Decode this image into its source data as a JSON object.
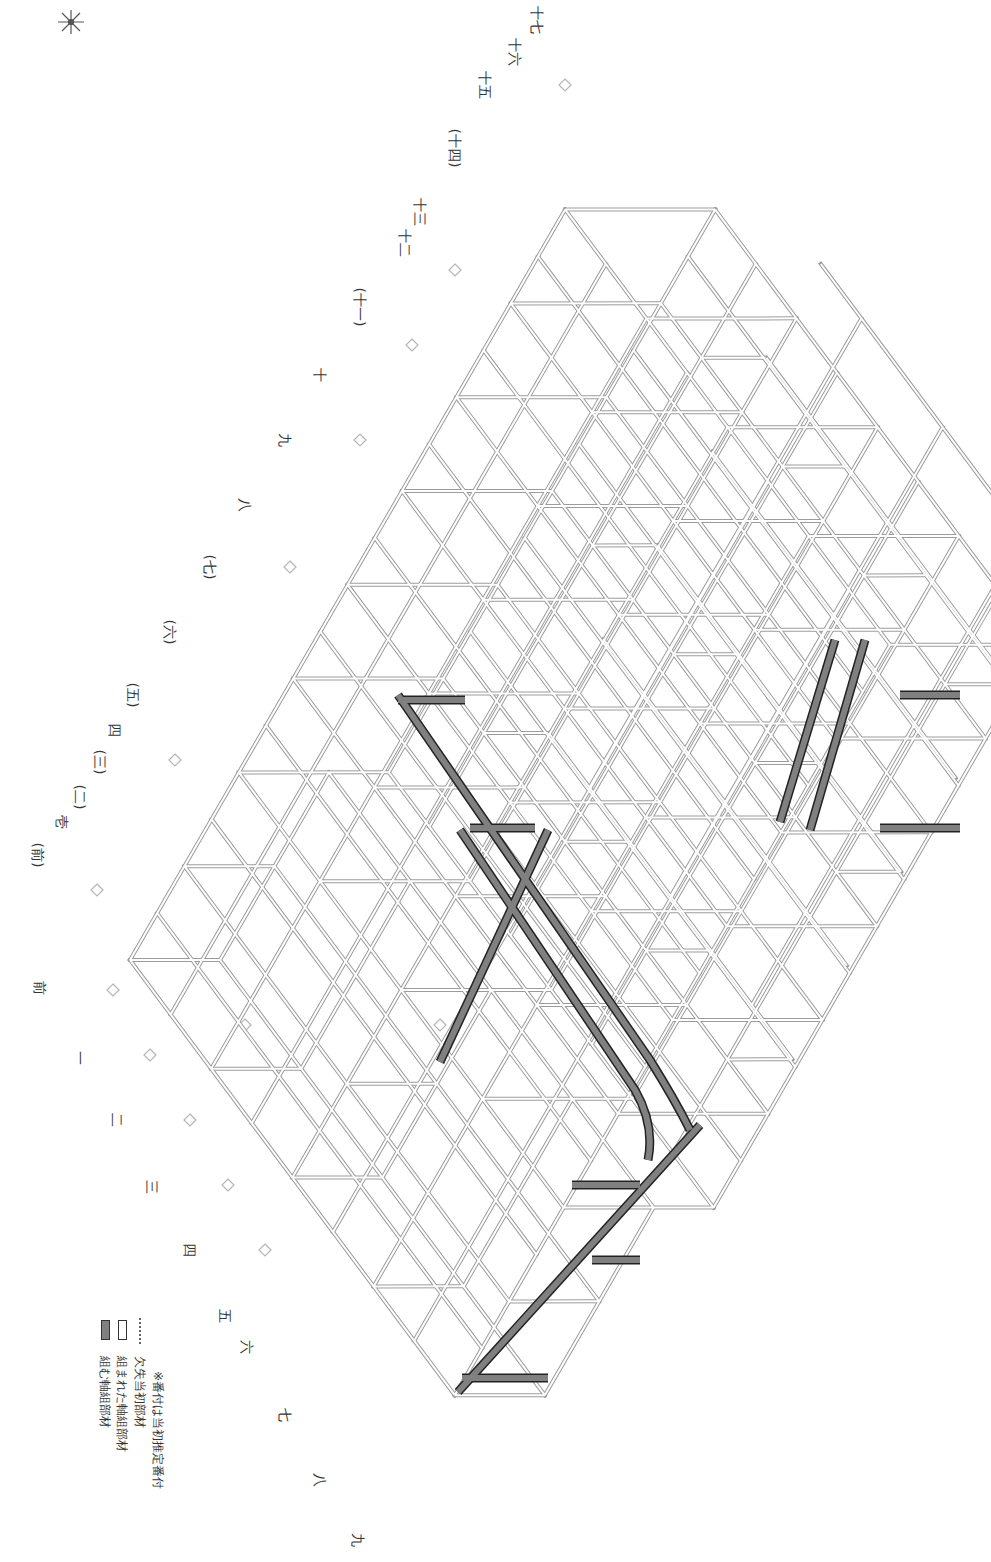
{
  "diagram": {
    "labels": [
      "十七",
      "十六",
      "十五",
      "(十四)",
      "十三",
      "十二",
      "(十一)",
      "十",
      "九",
      "八",
      "(七)",
      "(六)",
      "(五)",
      "四",
      "(三)",
      "(二)",
      "壱",
      "(前)",
      "前",
      "一",
      "二",
      "三",
      "四",
      "五",
      "六",
      "七",
      "八",
      "九",
      "※番付は当初推定番付"
    ],
    "legend": [
      {
        "text": "組む軸組部材",
        "color": "#808080"
      },
      {
        "text": "組まれた軸組部材",
        "color": "#ffffff"
      },
      {
        "text": "欠失当初部材"
      }
    ]
  }
}
